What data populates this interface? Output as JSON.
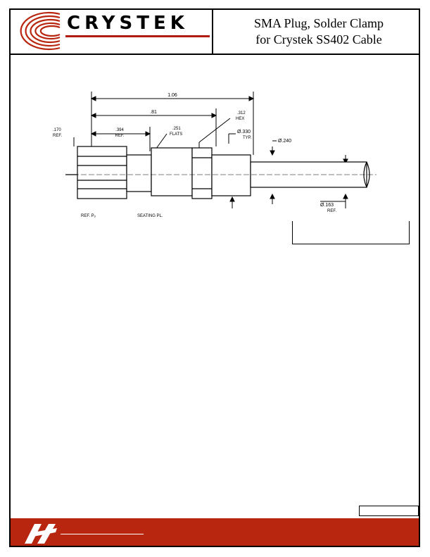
{
  "header": {
    "logo_text": "CRYSTEK",
    "title_line1": "SMA Plug, Solder Clamp",
    "title_line2": "for Crystek SS402 Cable"
  },
  "dimensions": {
    "overall_length": "1.06",
    "body_length": ".81",
    "hex_size": ".312",
    "hex_unit": "HEX",
    "flats_size": ".251",
    "flats_unit": "FLATS",
    "ref_length": ".394",
    "ref_length_unit": "REF.",
    "left_ref": ".170",
    "left_ref_unit": "REF.",
    "diameter_body": "Ø.330",
    "diameter_body_unit": "TYP.",
    "diameter_cable": "Ø.240",
    "diameter_jacket": "Ø.163",
    "diameter_jacket_unit": "REF.",
    "ref_plane": "REF. Pₒ",
    "seating_plane": "SEATING PL."
  },
  "colors": {
    "accent": "#b8260f",
    "line": "#000000"
  }
}
